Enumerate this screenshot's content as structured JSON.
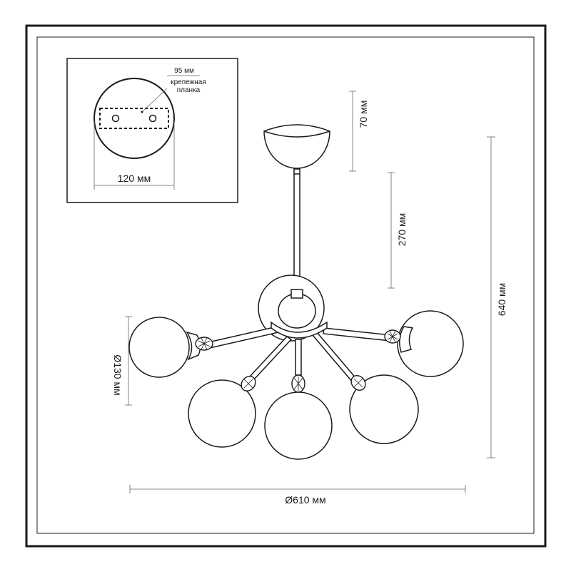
{
  "mount_detail": {
    "bracket_width": "95 мм",
    "bracket_label_line1": "крепежная",
    "bracket_label_line2": "планка",
    "canopy_diameter": "120 мм"
  },
  "dimensions": {
    "canopy_height": "70 мм",
    "rod_length": "270 мм",
    "total_height": "640 мм",
    "shade_diameter": "Ø130 мм",
    "total_diameter": "Ø610 мм"
  },
  "colors": {
    "line": "#1a1a1a",
    "dim_line": "#666666"
  }
}
